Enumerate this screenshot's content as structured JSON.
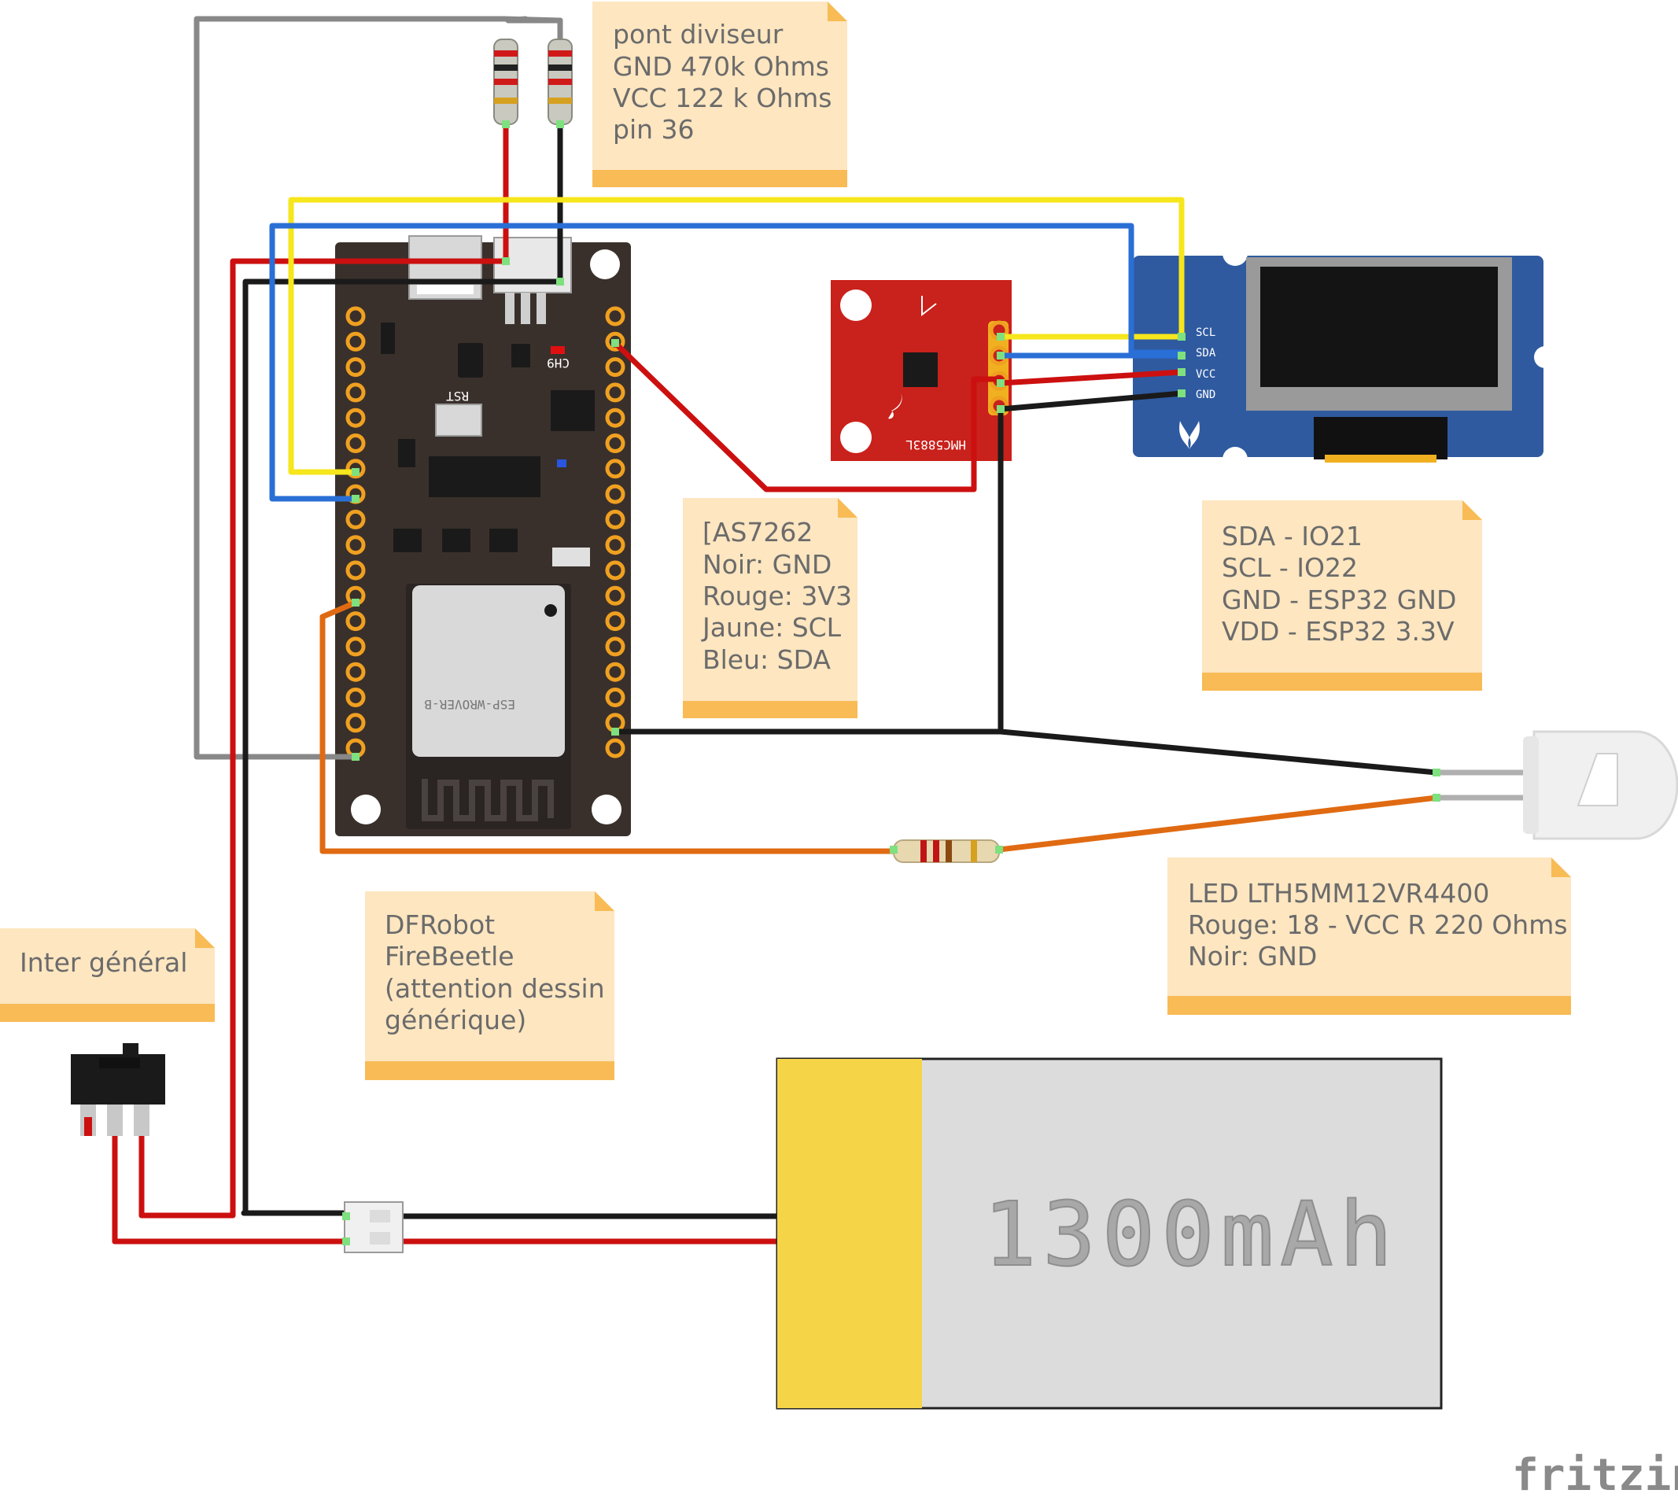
{
  "notes": {
    "divider": {
      "lines": [
        "pont diviseur",
        "GND 470k Ohms",
        "VCC 122 k Ohms",
        "pin 36"
      ]
    },
    "as7262": {
      "lines": [
        "[AS7262",
        "Noir: GND",
        "Rouge: 3V3",
        "Jaune: SCL",
        "Bleu: SDA"
      ]
    },
    "oled": {
      "lines": [
        "SDA - IO21",
        "SCL - IO22",
        "GND - ESP32 GND",
        "VDD - ESP32 3.3V"
      ]
    },
    "led": {
      "lines": [
        "LED LTH5MM12VR4400",
        "Rouge: 18 - VCC R 220 Ohms",
        "Noir: GND"
      ]
    },
    "board": {
      "lines": [
        "DFRobot",
        "FireBeetle",
        "(attention dessin",
        "générique)"
      ]
    },
    "switch": {
      "lines": [
        "Inter général"
      ]
    }
  },
  "components": {
    "oled_pins": [
      "SCL",
      "SDA",
      "VCC",
      "GND"
    ],
    "sensor_label": "HMC5883L",
    "board_chip_label": "CH9",
    "board_rst_label": "RST",
    "module_label": "ESP-WROVER-B",
    "battery_label": "1300mAh",
    "brand": "fritzing"
  },
  "colors": {
    "note_bg": "#fde6c0",
    "note_band": "#f8bb55",
    "board": "#3a302b",
    "sensor": "#c9211b",
    "oled": "#2f5aa0",
    "wire_red": "#cc1010",
    "wire_black": "#1a1a1a",
    "wire_yellow": "#f6e61c",
    "wire_blue": "#2a6fd6",
    "wire_gray": "#888888",
    "wire_orange": "#e06a12"
  }
}
